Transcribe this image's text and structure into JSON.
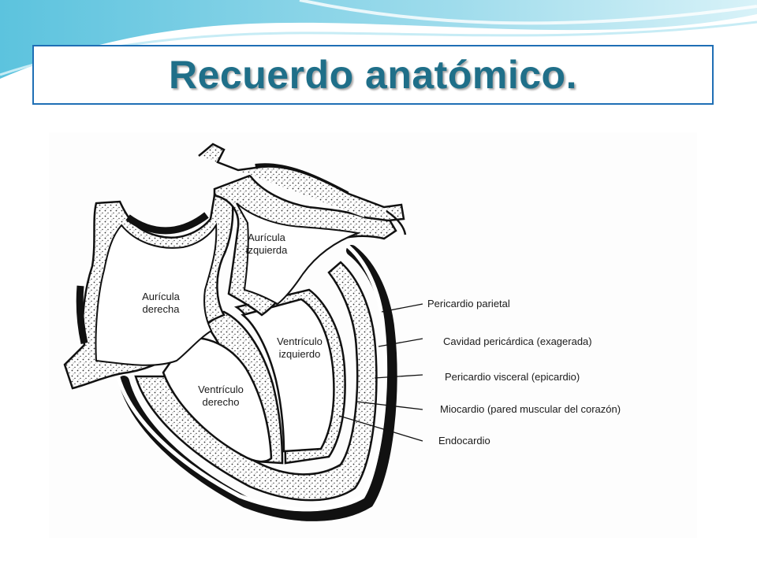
{
  "slide": {
    "title": "Recuerdo anatómico.",
    "colors": {
      "title_text": "#1f6f89",
      "title_border": "#1f6fb5",
      "swoosh": "#8fd3e4"
    }
  },
  "diagram": {
    "chambers": {
      "right_atrium": "Aurícula derecha",
      "left_atrium": "Aurícula izquierda",
      "right_ventricle": "Ventrículo derecho",
      "left_ventricle": "Ventrículo izquierdo"
    },
    "layers": [
      "Pericardio parietal",
      "Cavidad pericárdica (exagerada)",
      "Pericardio visceral (epicardio)",
      "Miocardio (pared muscular del corazón)",
      "Endocardio"
    ]
  }
}
